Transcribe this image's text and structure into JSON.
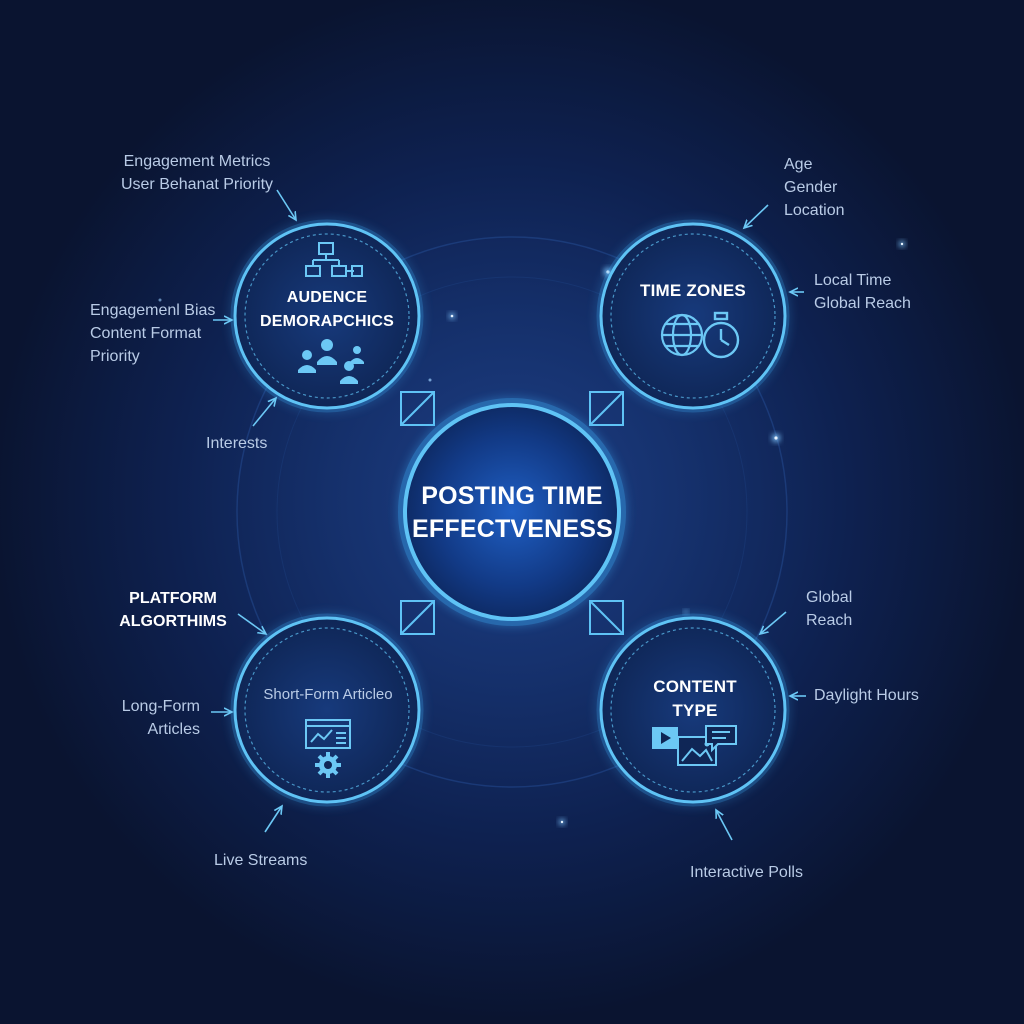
{
  "center": {
    "line1": "POSTING TIME",
    "line2": "EFFECTVENESS"
  },
  "nodes": {
    "audience": {
      "title_line1": "AUDENCE",
      "title_line2": "DEMORAPCHICS",
      "icon_top": "hierarchy-icon",
      "icon_bottom": "people-icon"
    },
    "timezones": {
      "title": "TIME ZONES",
      "icons": [
        "globe-icon",
        "stopwatch-icon"
      ]
    },
    "platform": {
      "heading_line1": "PLATFORM",
      "heading_line2": "ALGORTHIMS",
      "inner_label": "Short-Form Articleo",
      "icons": [
        "analytics-window-icon",
        "gear-icon"
      ]
    },
    "content": {
      "title_line1": "CONTENT",
      "title_line2": "TYPE",
      "icons": [
        "video-play-icon",
        "image-icon",
        "chat-icon"
      ]
    }
  },
  "labels": {
    "top_left": [
      "Engagement Metrics",
      "User Behanat Priority"
    ],
    "mid_left": [
      "Engagemenl Bias",
      "Content Format",
      "Priority"
    ],
    "interests": "Interests",
    "top_right": [
      "Age",
      "Gender",
      "Location"
    ],
    "right_time": [
      "Local Time",
      "Global Reach"
    ],
    "long_form": [
      "Long-Form",
      "Articles"
    ],
    "live_streams": "Live Streams",
    "global_reach": [
      "Global",
      "Reach"
    ],
    "daylight": "Daylight Hours",
    "polls": "Interactive Polls"
  },
  "colors": {
    "ring": "#5fc3f5",
    "ring_glow": "#3aa6f0",
    "text": "#b9cbe6",
    "title": "#ffffff",
    "icon": "#6cc8f5",
    "background": "#0e2150"
  }
}
